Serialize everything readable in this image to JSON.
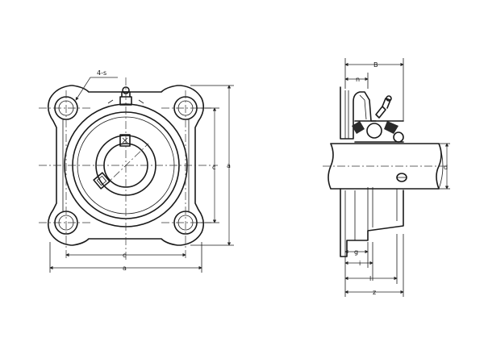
{
  "front_view": {
    "bolt_callout": "4-s",
    "dim_c_bottom": "c",
    "dim_a_bottom": "a",
    "dim_c_side": "c",
    "dim_a_side": "a"
  },
  "side_view": {
    "dim_B": "B",
    "dim_n": "n",
    "dim_d": "d",
    "dim_g": "g",
    "dim_i": "i",
    "dim_l": "l",
    "dim_z": "z"
  }
}
